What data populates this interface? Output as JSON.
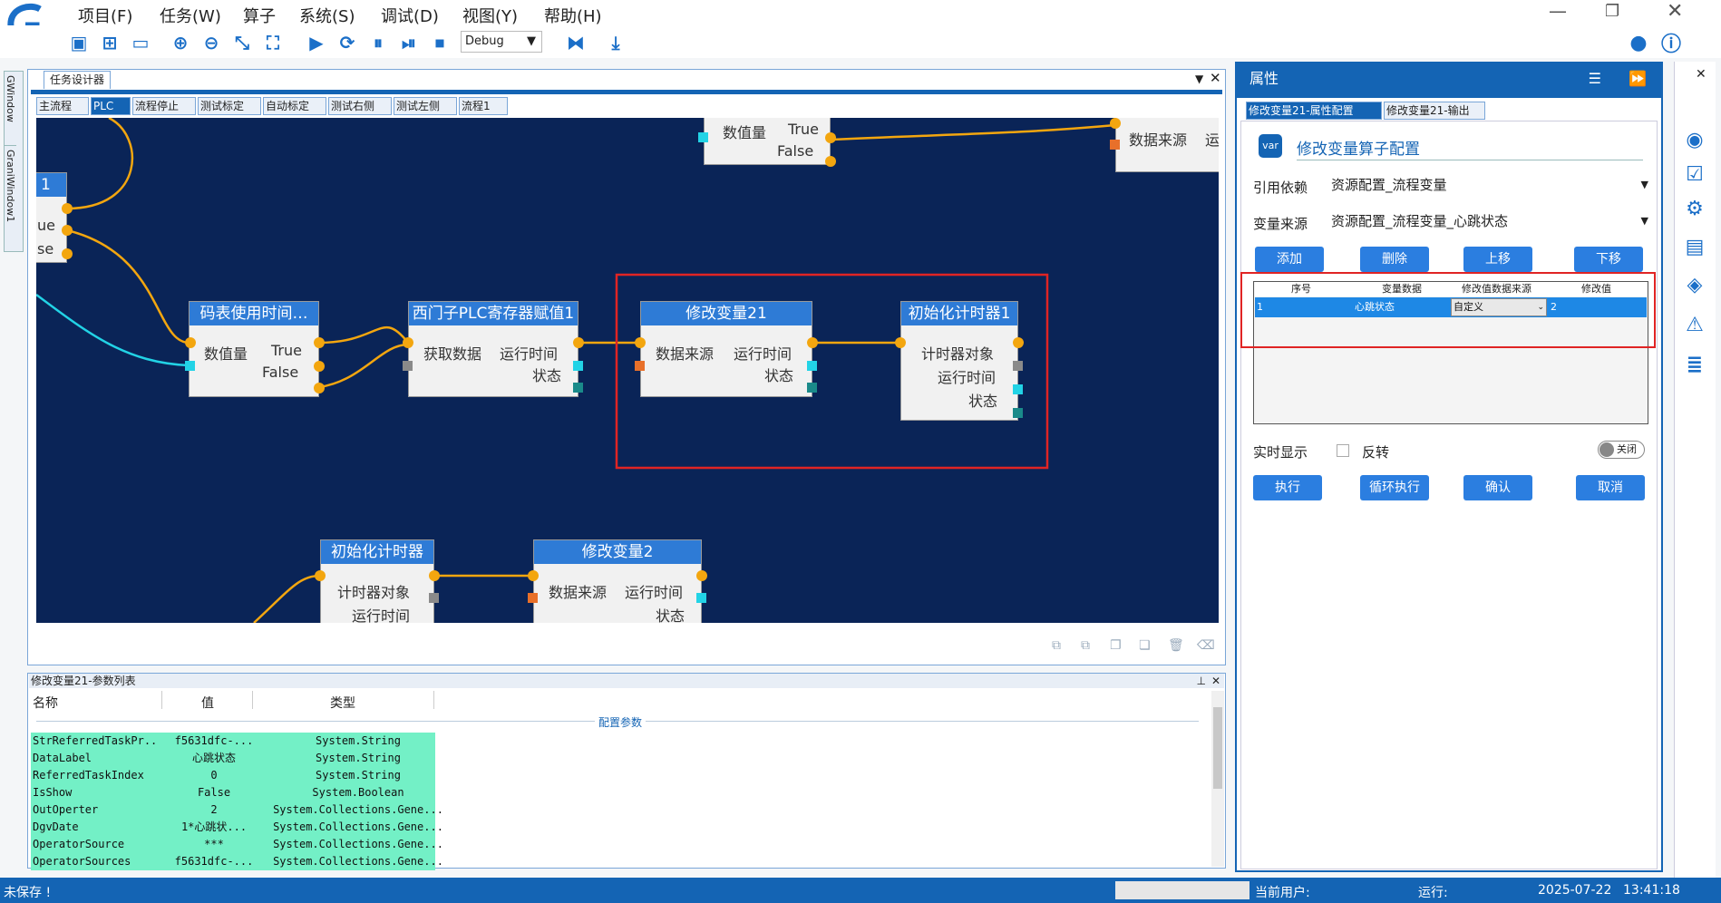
{
  "menu": [
    "项目(F)",
    "任务(W)",
    "算子",
    "系统(S)",
    "调试(D)",
    "视图(Y)",
    "帮助(H)"
  ],
  "debug_mode": "Debug",
  "side_tabs": [
    "GWindow",
    "GraniWindow1"
  ],
  "designer": {
    "title": "任务设计器",
    "tabs": [
      "主流程",
      "PLC",
      "流程停止",
      "测试标定",
      "自动标定",
      "测试右侧",
      "测试左侧",
      "流程1"
    ]
  },
  "nodes": {
    "n0": {
      "t": "1",
      "l1": "ue",
      "l2": "se"
    },
    "n1": {
      "t": "码表使用时间…",
      "a": "数值量",
      "b": "True",
      "c": "False"
    },
    "n2": {
      "t": "西门子PLC寄存器赋值1",
      "a": "获取数据",
      "b": "运行时间",
      "c": "状态"
    },
    "n3": {
      "t": "修改变量21",
      "a": "数据来源",
      "b": "运行时间",
      "c": "状态"
    },
    "n4": {
      "t": "初始化计时器1",
      "a": "计时器对象",
      "b": "运行时间",
      "c": "状态"
    },
    "n5": {
      "a": "数值量",
      "b": "True",
      "c": "False"
    },
    "n6": {
      "a": "数据来源",
      "b": "运"
    },
    "n7": {
      "t": "初始化计时器",
      "a": "计时器对象",
      "b": "运行时间"
    },
    "n8": {
      "t": "修改变量2",
      "a": "数据来源",
      "b": "运行时间",
      "c": "状态"
    }
  },
  "params": {
    "title": "修改变量21-参数列表",
    "headers": [
      "名称",
      "值",
      "类型"
    ],
    "group": "配置参数",
    "rows": [
      [
        "StrReferredTaskPr...",
        "f5631dfc-...",
        "System.String"
      ],
      [
        "DataLabel",
        "心跳状态",
        "System.String"
      ],
      [
        "ReferredTaskIndex",
        "0",
        "System.String"
      ],
      [
        "IsShow",
        "False",
        "System.Boolean"
      ],
      [
        "OutOperter",
        "2",
        "System.Collections.Gene..."
      ],
      [
        "DgvDate",
        "1*心跳状...",
        "System.Collections.Gene..."
      ],
      [
        "OperatorSource",
        "***",
        "System.Collections.Gene..."
      ],
      [
        "OperatorSources",
        "f5631dfc-...",
        "System.Collections.Gene..."
      ]
    ]
  },
  "props": {
    "title": "属性",
    "tabs": [
      "修改变量21-属性配置",
      "修改变量21-输出"
    ],
    "heading": "修改变量算子配置",
    "ref_label": "引用依赖",
    "ref_value": "资源配置_流程变量",
    "src_label": "变量来源",
    "src_value": "资源配置_流程变量_心跳状态",
    "btns": [
      "添加",
      "删除",
      "上移",
      "下移"
    ],
    "grid_headers": [
      "序号",
      "变量数据",
      "修改值数据来源",
      "修改值"
    ],
    "grid_row": [
      "1",
      "心跳状态",
      "自定义",
      "2"
    ],
    "realtime": "实时显示",
    "reverse": "反转",
    "toggle": "关闭",
    "actions": [
      "执行",
      "循环执行",
      "确认",
      "取消"
    ]
  },
  "status": {
    "unsaved": "未保存 !",
    "user": "当前用户:",
    "run": "运行:",
    "date": "2025-07-22",
    "time": "13:41:18"
  }
}
